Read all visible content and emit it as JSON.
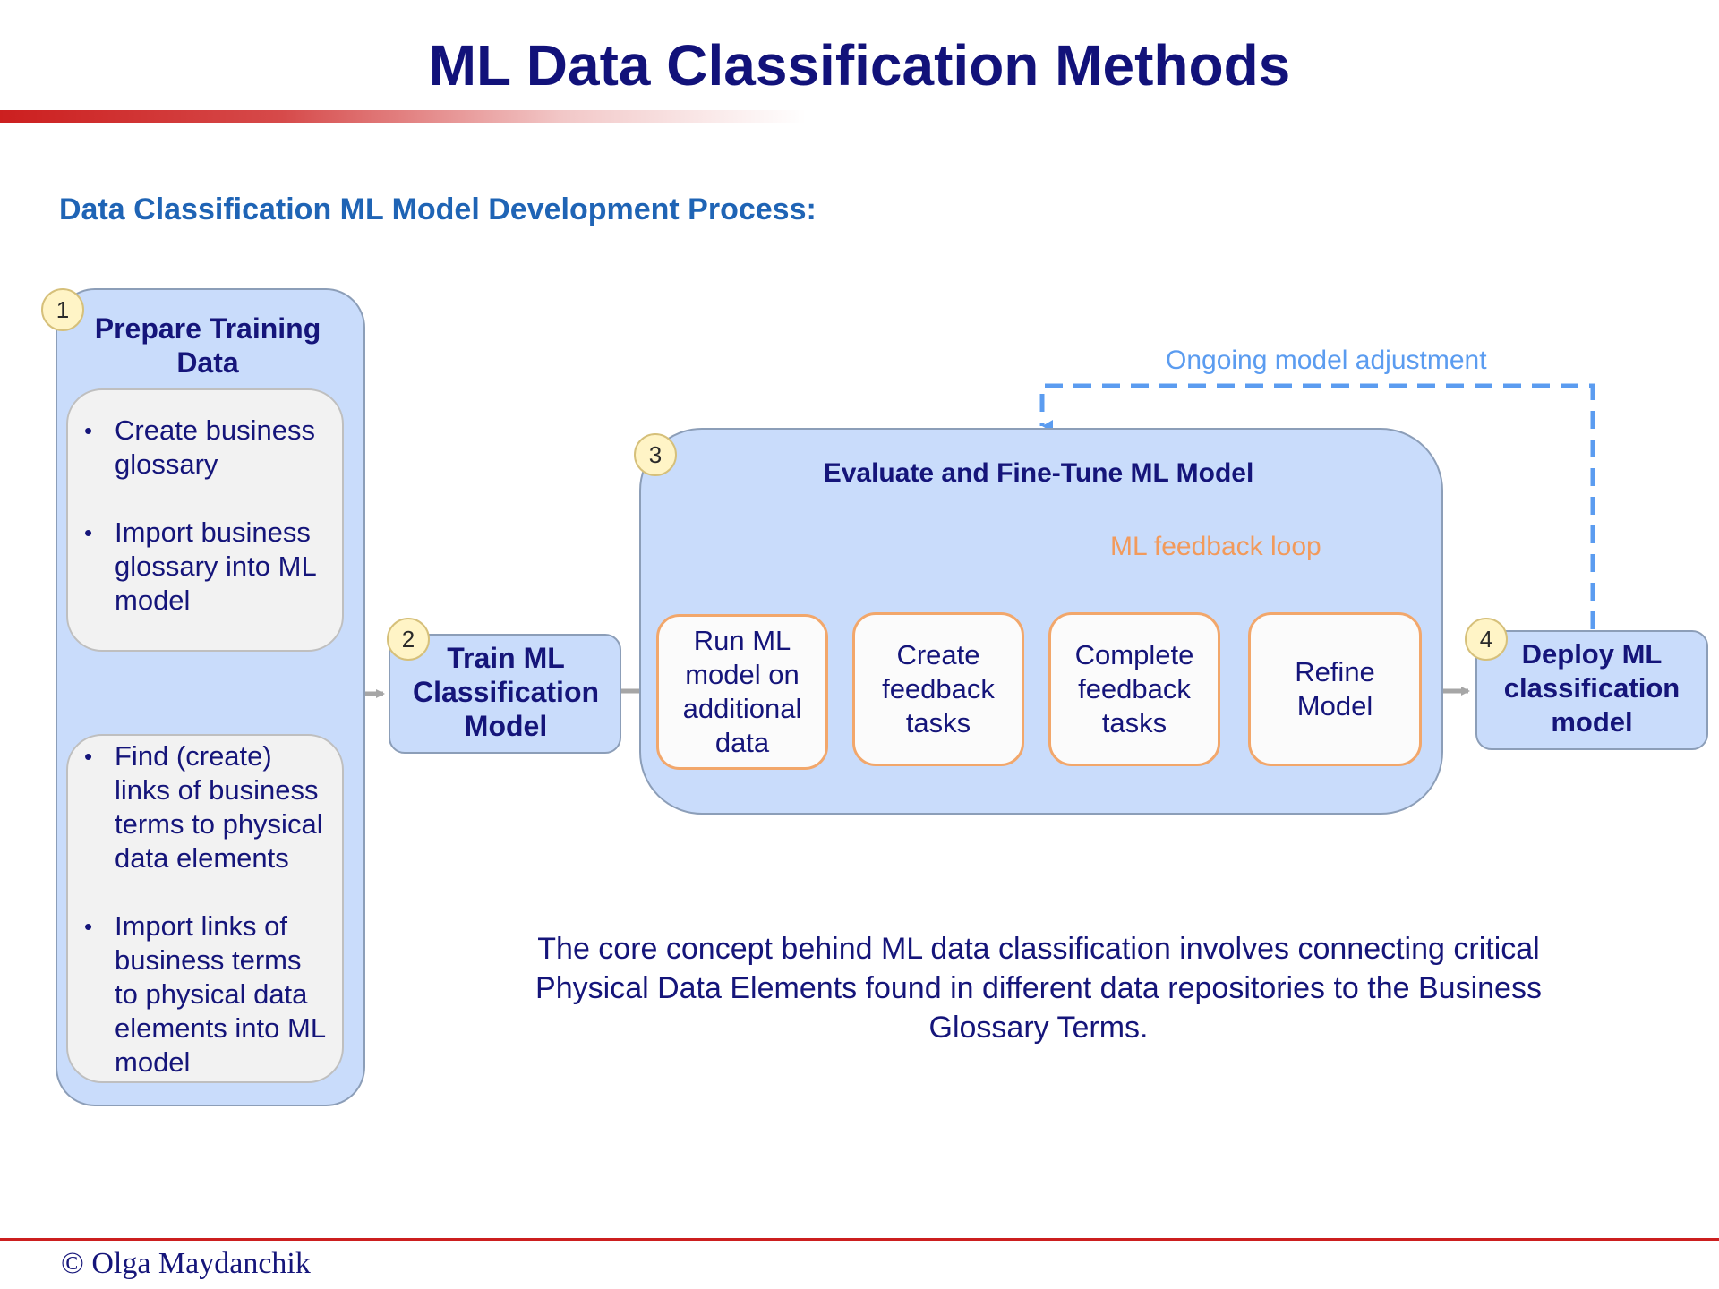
{
  "page": {
    "title": "ML Data Classification Methods",
    "subtitle": "Data Classification ML Model Development Process:",
    "footer": "© Olga Maydanchik"
  },
  "steps": {
    "step1": {
      "number": "1",
      "title_line1": "Prepare Training",
      "title_line2": "Data",
      "box_a": [
        "Create business glossary",
        "Import business glossary into ML model"
      ],
      "box_b": [
        "Find (create) links of business terms to physical data elements",
        "Import links of business terms to physical data elements into ML model"
      ]
    },
    "step2": {
      "number": "2",
      "title_line1": "Train ML",
      "title_line2": "Classification",
      "title_line3": "Model"
    },
    "step3": {
      "number": "3",
      "title": "Evaluate and Fine-Tune ML Model",
      "feedback_label": "ML feedback loop",
      "substeps": [
        "Run ML model on additional data",
        "Create feedback tasks",
        "Complete feedback tasks",
        "Refine Model"
      ]
    },
    "step4": {
      "number": "4",
      "title_line1": "Deploy ML",
      "title_line2": "classification",
      "title_line3": "model"
    }
  },
  "adjustment_label": "Ongoing model adjustment",
  "concept_text": "The core concept behind ML data classification involves connecting critical Physical Data Elements found in different data repositories to the Business Glossary Terms.",
  "colors": {
    "title": "#12127a",
    "subtitle": "#1f64b5",
    "panel_fill": "#c9dcfb",
    "orange_accent": "#f2a76b",
    "blue_dashed": "#5b9cf0",
    "arrow_gray": "#a6a6a6",
    "footer_rule": "#cc1f1f"
  }
}
